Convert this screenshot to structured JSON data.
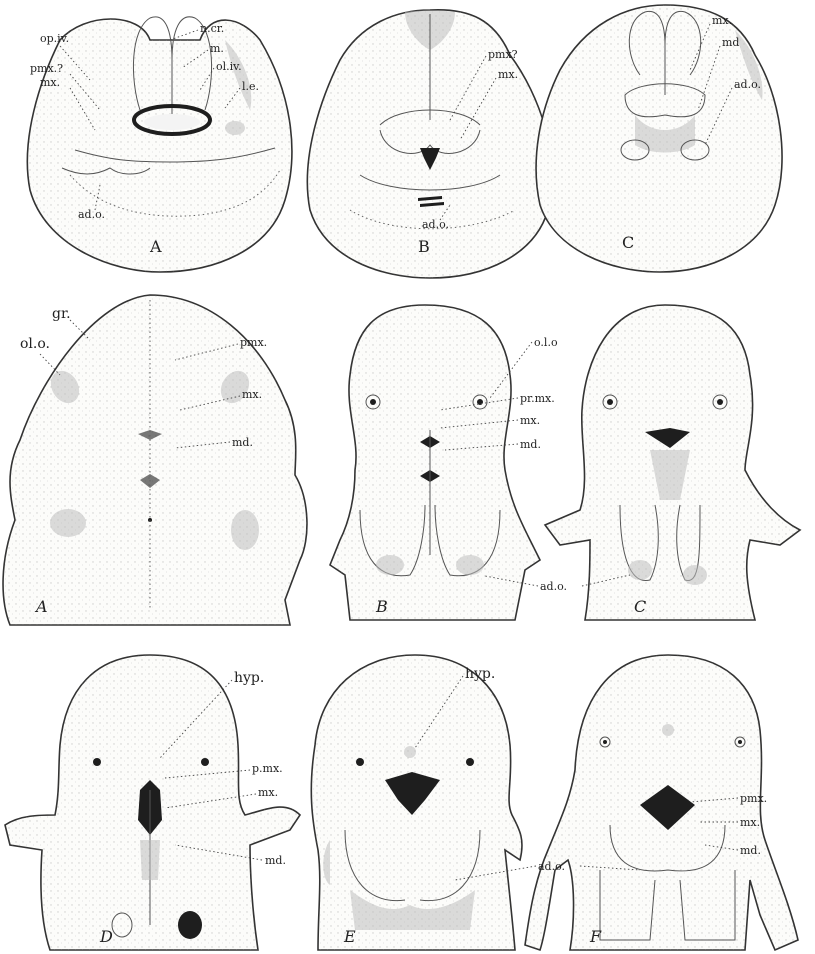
{
  "figure": {
    "row1": {
      "A": {
        "caption": "A",
        "labels": {
          "op_iv": "op.iv.",
          "n_cr": "n.cr.",
          "m": "m.",
          "ol_iv": "ol.iv.",
          "l_e": "l.e.",
          "pmx": "pmx.?",
          "mx": "mx.",
          "ad_o": "ad.o."
        }
      },
      "B": {
        "caption": "B",
        "labels": {
          "pmx": "pmx?",
          "mx": "mx.",
          "ad_o": "ad.o."
        }
      },
      "C": {
        "caption": "C",
        "labels": {
          "mx": "mx.",
          "md": "md",
          "ad_o": "ad.o."
        }
      }
    },
    "row2": {
      "A": {
        "caption": "A",
        "labels": {
          "gr": "gr.",
          "ol_o": "ol.o.",
          "pmx": "pmx.",
          "mx": "mx.",
          "md": "md."
        }
      },
      "B": {
        "caption": "B",
        "labels": {
          "ol_o": "o.l.o",
          "pr_mx": "pr.mx.",
          "mx": "mx.",
          "md": "md."
        }
      },
      "C": {
        "caption": "C",
        "labels": {
          "ad_o": "ad.o."
        }
      }
    },
    "row3": {
      "D": {
        "caption": "D",
        "labels": {
          "hyp": "hyp.",
          "p_mx": "p.mx.",
          "mx": "mx.",
          "md": "md."
        }
      },
      "E": {
        "caption": "E",
        "labels": {
          "hyp": "hyp."
        }
      },
      "F": {
        "caption": "F",
        "labels": {
          "pmx": "pmx.",
          "mx": "mx.",
          "md": "md.",
          "ad_o": "ad.o."
        }
      }
    }
  }
}
